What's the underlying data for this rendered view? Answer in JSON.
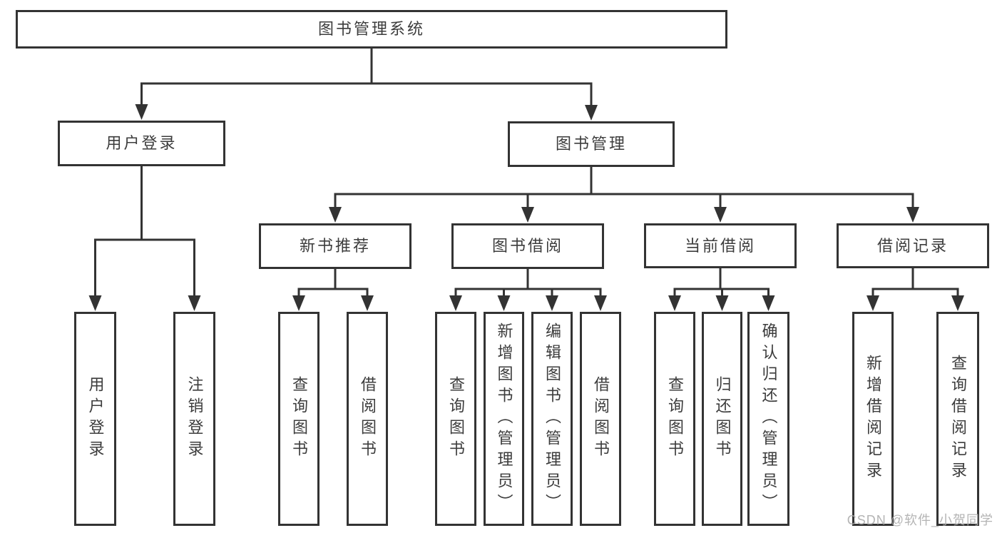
{
  "tree": {
    "root": {
      "label": "图书管理系统",
      "children": [
        {
          "label": "用户登录",
          "children": [
            {
              "label": "用户登录"
            },
            {
              "label": "注销登录"
            }
          ]
        },
        {
          "label": "图书管理",
          "children": [
            {
              "label": "新书推荐",
              "children": [
                {
                  "label": "查询图书"
                },
                {
                  "label": "借阅图书"
                }
              ]
            },
            {
              "label": "图书借阅",
              "children": [
                {
                  "label": "查询图书"
                },
                {
                  "label": "新增图书（管理员）"
                },
                {
                  "label": "编辑图书（管理员）"
                },
                {
                  "label": "借阅图书"
                }
              ]
            },
            {
              "label": "当前借阅",
              "children": [
                {
                  "label": "查询图书"
                },
                {
                  "label": "归还图书"
                },
                {
                  "label": "确认归还（管理员）"
                }
              ]
            },
            {
              "label": "借阅记录",
              "children": [
                {
                  "label": "新增借阅记录"
                },
                {
                  "label": "查询借阅记录"
                }
              ]
            }
          ]
        }
      ]
    }
  },
  "watermark": {
    "text": "CSDN @软件_小贺同学"
  },
  "colors": {
    "line": "#333333",
    "box_border": "#333333",
    "text": "#3c3c3c",
    "watermark": "#acacac",
    "background": "#ffffff"
  }
}
